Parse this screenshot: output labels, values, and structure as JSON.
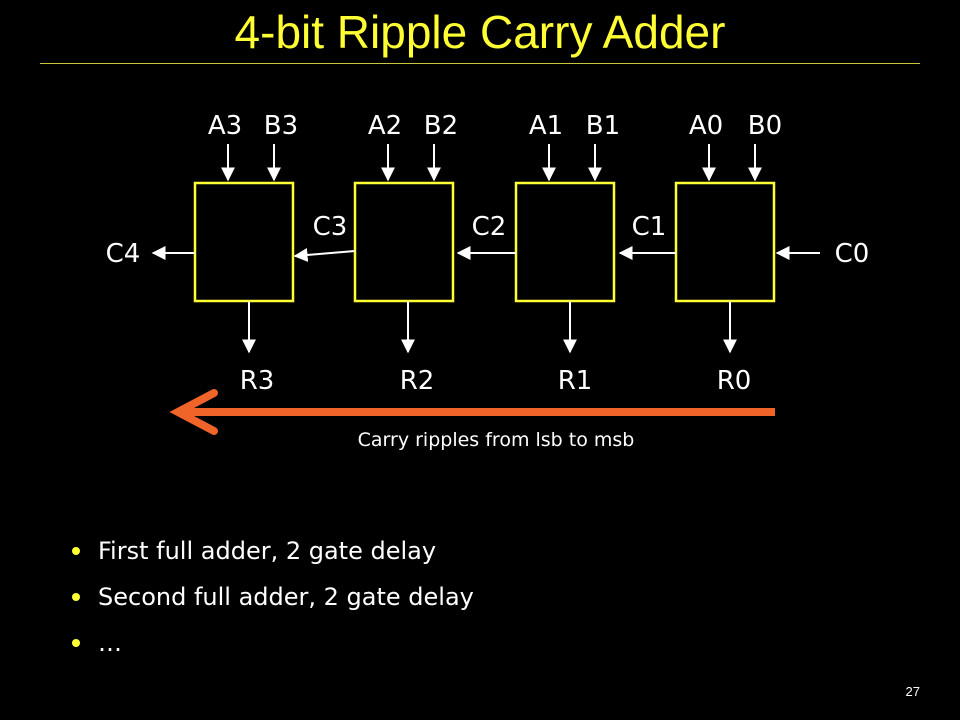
{
  "slide": {
    "title": "4-bit Ripple Carry Adder",
    "page_number": "27"
  },
  "diagram": {
    "adders": [
      {
        "a": "A3",
        "b": "B3",
        "r": "R3"
      },
      {
        "a": "A2",
        "b": "B2",
        "r": "R2"
      },
      {
        "a": "A1",
        "b": "B1",
        "r": "R1"
      },
      {
        "a": "A0",
        "b": "B0",
        "r": "R0"
      }
    ],
    "carries": {
      "c4": "C4",
      "c3": "C3",
      "c2": "C2",
      "c1": "C1",
      "c0": "C0"
    },
    "ripple_caption": "Carry ripples from lsb to msb",
    "colors": {
      "box_stroke": "#ffff33",
      "ripple_arrow": "#f0642a",
      "title": "#ffff33"
    }
  },
  "bullets": [
    "First full adder, 2 gate delay",
    "Second full adder, 2 gate delay",
    "…"
  ]
}
